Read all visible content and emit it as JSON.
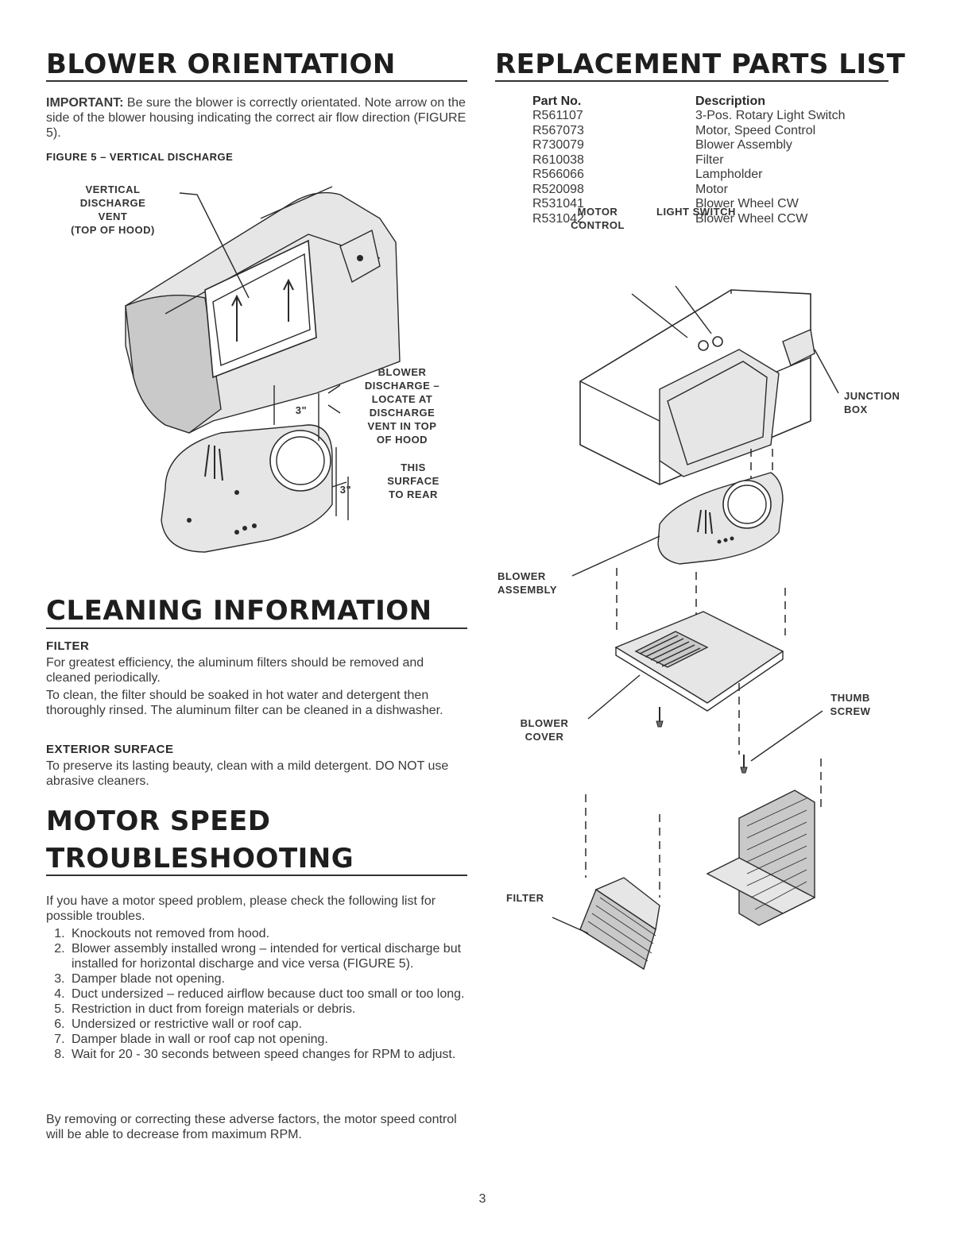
{
  "blower_orientation": {
    "heading": "BLOWER ORIENTATION",
    "important_lead": "IMPORTANT:",
    "important_text": " Be sure the blower is correctly orientated. Note arrow on the side of the blower housing indicating the correct air flow direction (FIGURE 5).",
    "figure_caption": "FIGURE 5 – VERTICAL DISCHARGE",
    "labels": {
      "vertical_vent": "VERTICAL\nDISCHARGE\nVENT\n(TOP OF HOOD)",
      "blower_discharge": "BLOWER\nDISCHARGE –\nLOCATE AT\nDISCHARGE\nVENT IN TOP\nOF HOOD",
      "this_surface": "THIS\nSURFACE\nTO REAR",
      "dim_top": "3\"",
      "dim_bottom": "3\""
    }
  },
  "cleaning": {
    "heading": "CLEANING INFORMATION",
    "filter_heading": "FILTER",
    "filter_p1": "For greatest efficiency, the aluminum filters should be removed and cleaned periodically.",
    "filter_p2": "To clean, the filter should be soaked in hot water and detergent then thoroughly rinsed. The aluminum filter can be cleaned in a dishwasher.",
    "exterior_heading": "EXTERIOR SURFACE",
    "exterior_p": "To preserve its lasting beauty, clean with a mild detergent. DO NOT use abrasive cleaners."
  },
  "motor_speed": {
    "heading_line1": "MOTOR SPEED",
    "heading_line2": "TROUBLESHOOTING",
    "intro": "If you have a motor speed problem, please check the following list for possible troubles.",
    "items": [
      "Knockouts not removed from hood.",
      "Blower assembly installed wrong – intended for vertical discharge but installed for horizontal discharge and vice versa (FIGURE 5).",
      "Damper blade not opening.",
      "Duct undersized – reduced airflow because duct too small or too long.",
      "Restriction in duct from foreign materials or debris.",
      "Undersized or restrictive wall or roof cap.",
      "Damper blade in wall or roof cap not opening.",
      "Wait for 20 - 30 seconds between speed changes for RPM to adjust."
    ],
    "closing": "By removing or correcting these adverse factors, the motor speed control will be able to decrease from maximum RPM."
  },
  "parts": {
    "heading": "REPLACEMENT PARTS LIST",
    "col_part": "Part No.",
    "col_desc": "Description",
    "rows": [
      {
        "part": "R561107",
        "desc": "3-Pos. Rotary Light Switch"
      },
      {
        "part": "R567073",
        "desc": "Motor, Speed Control"
      },
      {
        "part": "R730079",
        "desc": "Blower Assembly"
      },
      {
        "part": "R610038",
        "desc": "Filter"
      },
      {
        "part": "R566066",
        "desc": "Lampholder"
      },
      {
        "part": "R520098",
        "desc": "Motor"
      },
      {
        "part": "R531041",
        "desc": "Blower Wheel CW"
      },
      {
        "part": "R531042",
        "desc": "Blower Wheel CCW"
      }
    ]
  },
  "exploded_labels": {
    "motor_control": "MOTOR\nCONTROL",
    "light_switch": "LIGHT SWITCH",
    "junction_box": "JUNCTION\nBOX",
    "blower_assembly": "BLOWER\nASSEMBLY",
    "blower_cover": "BLOWER\nCOVER",
    "thumb_screw": "THUMB\nSCREW",
    "filter": "FILTER"
  },
  "page_number": "3"
}
